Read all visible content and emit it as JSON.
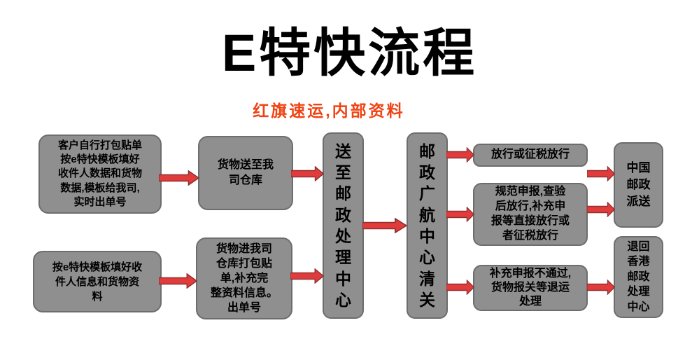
{
  "header": {
    "title": "E特快流程",
    "subtitle": "红旗速运,内部资料"
  },
  "flow": {
    "customer_pack": "客户自行打包贴单\n按e特快模板填好\n收件人数据和货物\n数据,模板给我司,\n实时出单号",
    "goods_to_warehouse": "货物送至我\n司仓库",
    "fill_template": "按e特快模板填好收\n件人信息和货物资\n料",
    "goods_into_warehouse": "货物进我司\n仓库打包贴\n单,补充完\n整资料信息。\n出单号",
    "postal_center": "送\n至\n邮\n政\n处\n理\n中\n心",
    "customs_center": "邮\n政\n广\n航\n中\n心\n清\n关",
    "release": "放行或征税放行",
    "standard_declare": "规范申报,查验\n后放行,补充申\n报等直接放行或\n者征税放行",
    "fail_return": "补充申报不通过,\n货物报关等退运\n处理",
    "china_post": "中国\n邮政\n派送",
    "hk_return": "退回\n香港\n邮政\n处理\n中心",
    "connections": [
      {
        "from": "customer_pack",
        "to": "goods_to_warehouse"
      },
      {
        "from": "goods_to_warehouse",
        "to": "postal_center"
      },
      {
        "from": "fill_template",
        "to": "goods_into_warehouse"
      },
      {
        "from": "goods_into_warehouse",
        "to": "postal_center"
      },
      {
        "from": "postal_center",
        "to": "customs_center"
      },
      {
        "from": "customs_center",
        "to": "release"
      },
      {
        "from": "customs_center",
        "to": "standard_declare"
      },
      {
        "from": "customs_center",
        "to": "fail_return"
      },
      {
        "from": "release",
        "to": "china_post"
      },
      {
        "from": "standard_declare",
        "to": "china_post"
      },
      {
        "from": "fail_return",
        "to": "hk_return"
      }
    ]
  },
  "colors": {
    "box_fill": "#8f8f8f",
    "box_border": "#6d6d6d",
    "arrow_fill": "#e23b3b",
    "arrow_stroke": "#8f3030",
    "title_color": "#000000",
    "subtitle_color": "#f04313"
  }
}
